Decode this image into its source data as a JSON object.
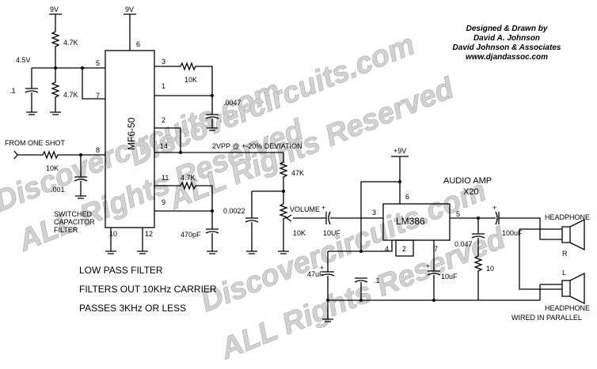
{
  "credits": {
    "line1": "Designed & Drawn by",
    "line2": "David A. Johnson",
    "line3": "David Johnson & Associates",
    "line4": "www.djandassoc.com"
  },
  "watermarks": [
    "Discovercircuits.com",
    "ALL Rights Reserved",
    "Discovercircuits.com",
    "ALL Rights Reserved",
    "Discovercircuits.com",
    "ALL Rights Reserved"
  ],
  "supply": {
    "v9_a": "9V",
    "v9_b": "9V",
    "v9_c": "+9V",
    "v45": "4.5V"
  },
  "filter_chip": {
    "name": "MF6-50",
    "pins": {
      "p6": "6",
      "p5": "5",
      "p7": "7",
      "p3": "3",
      "p1": "1",
      "p2": "2",
      "p14": "14",
      "p8": "8",
      "p11": "11",
      "p9": "9",
      "p10": "10",
      "p12": "12"
    }
  },
  "components": {
    "r1": "4.7K",
    "r2": "4.7K",
    "c1": ".1",
    "r3": "10K",
    "c2": ".0047",
    "r4": "10K",
    "c3": ".001",
    "r5": "4.7K",
    "c4": "470pF",
    "r6": "47K",
    "c5": "0.0022",
    "pot": "10K",
    "c6": "10UF",
    "c7": "0.047",
    "r7": "10",
    "c8": "100uF",
    "c9": "47uF",
    "c10": ".1",
    "c11": "10uF"
  },
  "labels": {
    "from_one_shot": "FROM ONE SHOT",
    "switched1": "SWITCHED",
    "switched2": "CAPACITOR",
    "switched3": "FILTER",
    "deviation": "2VPP @ +-20% DEVIATION",
    "volume": "VOLUME",
    "audio_amp": "AUDIO AMP",
    "gain": "X20",
    "amp_chip": "LM386",
    "amp_pins": {
      "p3": "3",
      "p6": "6",
      "p5": "5",
      "p4": "4",
      "p2": "2",
      "p7": "7"
    },
    "headphone_top": "HEADPHONE",
    "headphone_bottom": "HEADPHONE",
    "wired": "WIRED IN PARALLEL",
    "r": "R",
    "l": "L",
    "desc1": "LOW PASS FILTER",
    "desc2": "FILTERS OUT 10KHz CARRIER",
    "desc3": "PASSES 3KHz OR LESS"
  }
}
